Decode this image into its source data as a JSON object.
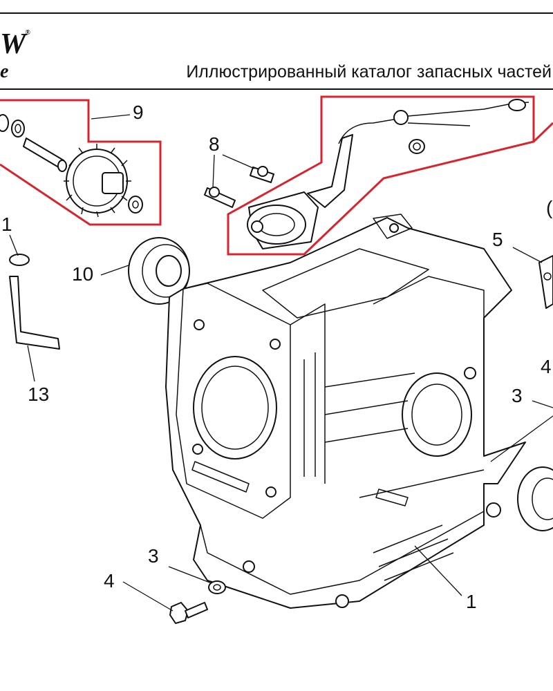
{
  "header": {
    "logo_text": "W",
    "logo_reg_mark": "®",
    "logo_sub": "e",
    "catalog_title": "Иллюстрированный каталог запасных частей"
  },
  "callouts": {
    "c9": "9",
    "c8": "8",
    "c11": "1",
    "c10": "10",
    "c13": "13",
    "c5": "5",
    "c_right_partial": "(",
    "c4_right": "4",
    "c3_right": "3",
    "c3_bottom": "3",
    "c4_bottom": "4",
    "c1_bottom": "1"
  },
  "colors": {
    "highlight": "#d9232e",
    "ink": "#111111"
  }
}
